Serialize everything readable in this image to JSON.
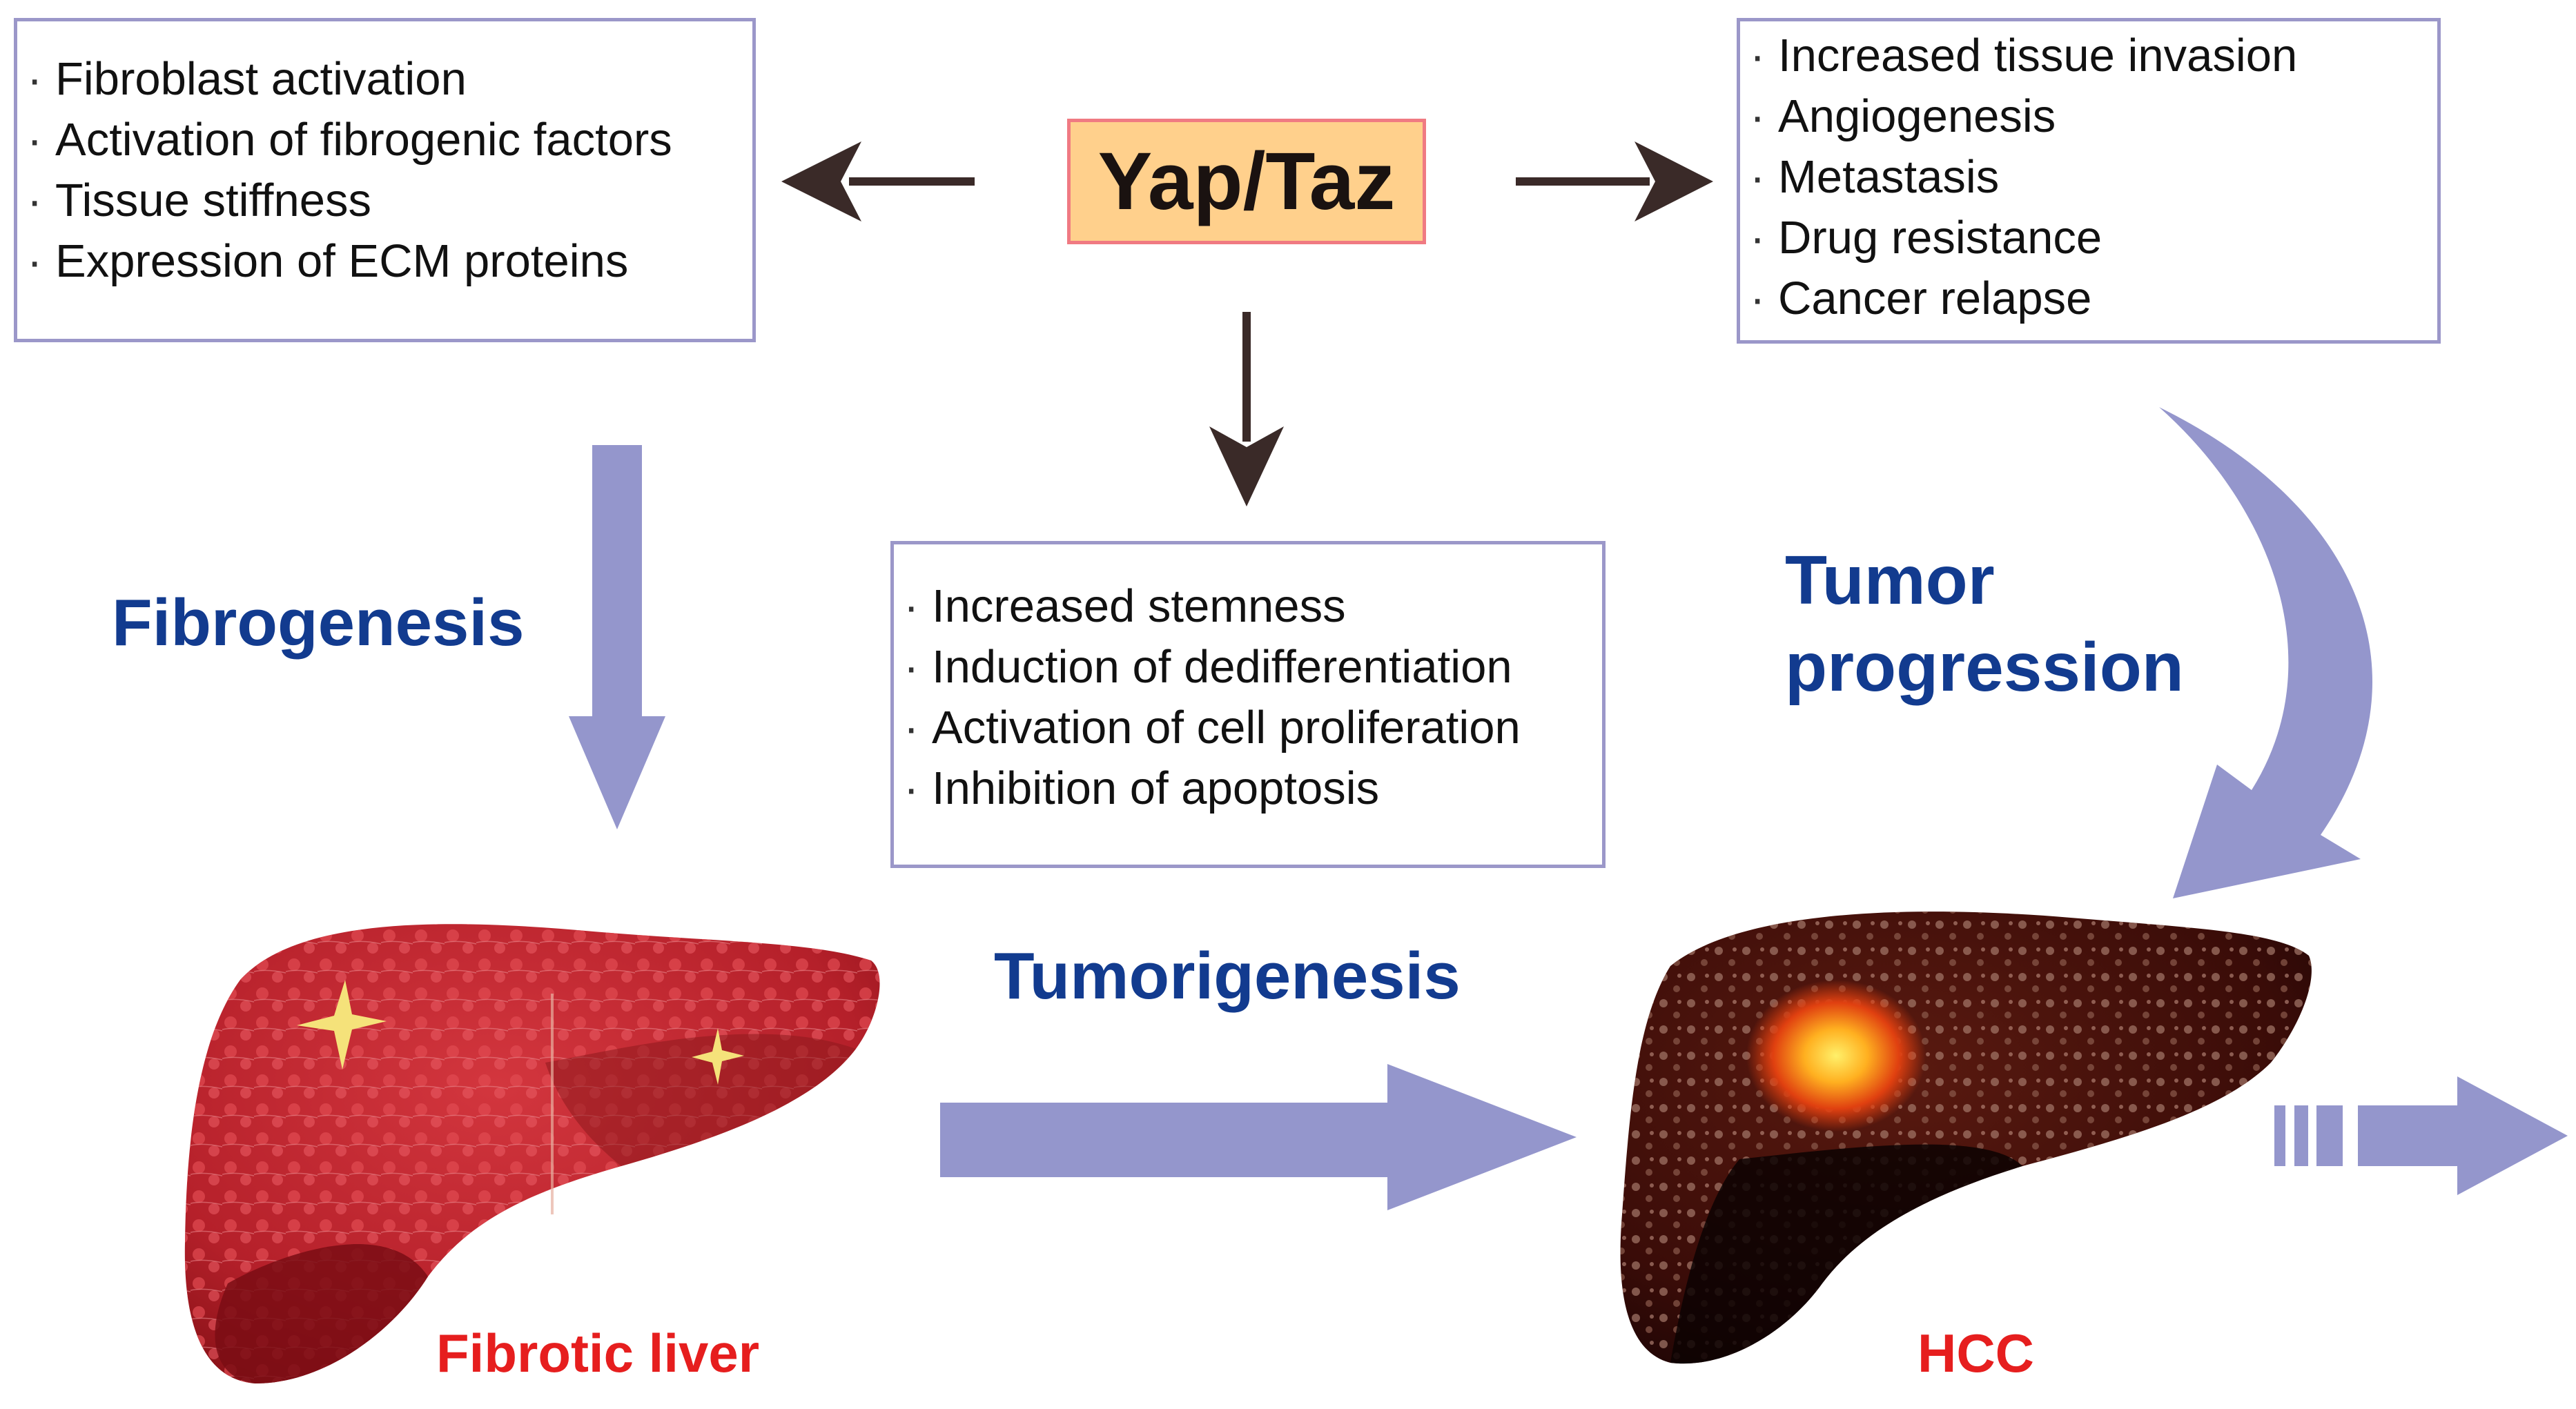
{
  "center": {
    "label": "Yap/Taz"
  },
  "left_box": {
    "items": [
      "Fibroblast activation",
      "Activation of fibrogenic factors",
      "Tissue stiffness",
      "Expression of ECM proteins"
    ]
  },
  "right_box": {
    "items": [
      "Increased tissue invasion",
      "Angiogenesis",
      "Metastasis",
      "Drug resistance",
      "Cancer relapse"
    ]
  },
  "middle_box": {
    "items": [
      "Increased stemness",
      "Induction of dedifferentiation",
      "Activation of cell proliferation",
      "Inhibition of apoptosis"
    ]
  },
  "labels": {
    "fibrogenesis": "Fibrogenesis",
    "tumorigenesis": "Tumorigenesis",
    "tumor_line1": "Tumor",
    "tumor_line2": "progression",
    "fibrotic_liver": "Fibrotic liver",
    "hcc": "HCC"
  },
  "colors": {
    "process_arrow": "#9496cc",
    "dark_arrow": "#3a2a28",
    "stage_label": "#123b8f",
    "organ_label": "#e61e1e",
    "box_border": "#9b97c9"
  }
}
